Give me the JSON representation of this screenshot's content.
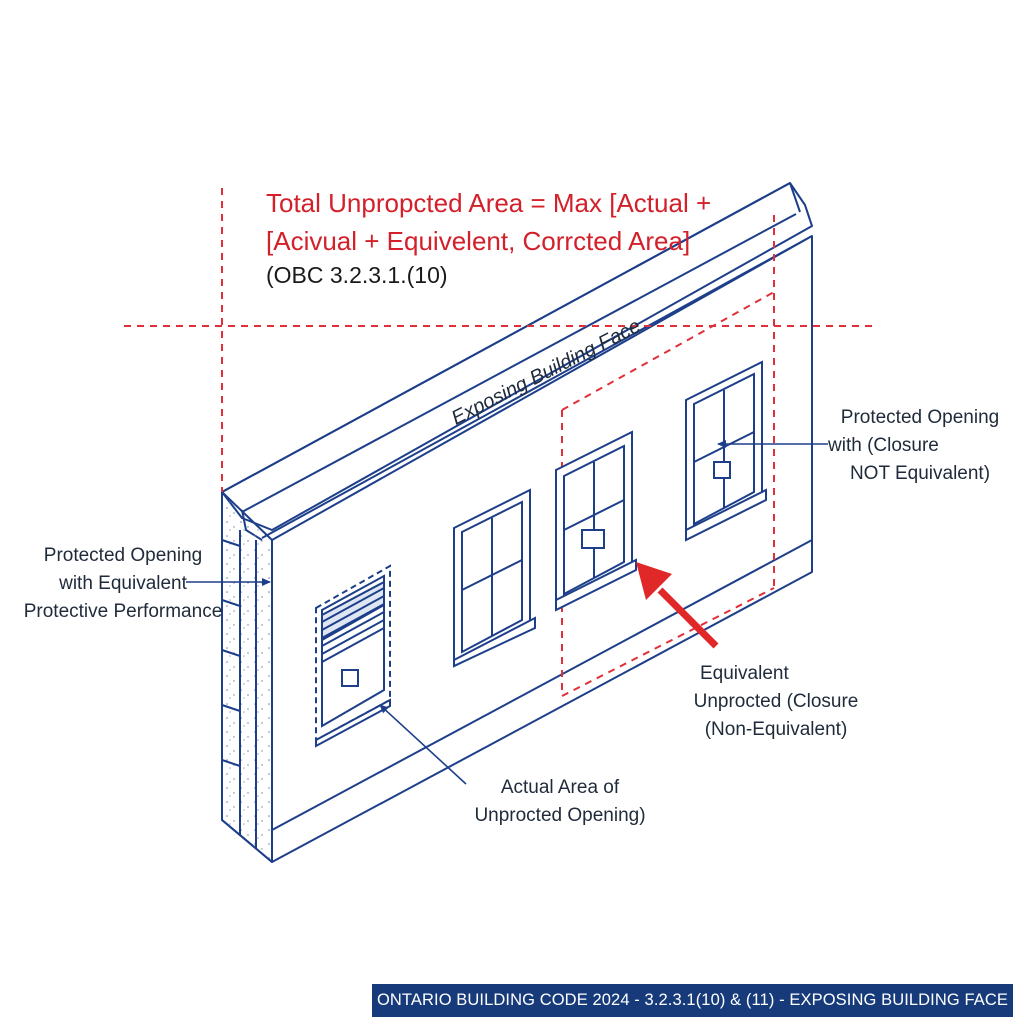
{
  "formula": {
    "line1": "Total Unpropcted Area = Max [Actual +",
    "line2": "[Acivual + Equivelent, Corrcted Area]",
    "reference": "(OBC 3.2.3.1.(10)"
  },
  "wall_label": "Exposing Building Face",
  "callouts": {
    "left": [
      "Protected Opening",
      "with Equivalent",
      "Protective Performance"
    ],
    "right": [
      "Protected Opening",
      "with (Closure",
      "NOT Equivalent)"
    ],
    "middle": [
      "Equivalent",
      "Unprocted (Closure",
      "(Non-Equivalent)"
    ],
    "bottom": [
      "Actual Area of",
      "Unprocted Opening)"
    ]
  },
  "footer": "ONTARIO BUILDING CODE 2024 - 3.2.3.1(10) & (11) - EXPOSING BUILDING FACE",
  "colors": {
    "line": "#1d3f8a",
    "dashed": "#e0303a",
    "arrow_red": "#e02828",
    "footer_bg": "#173b7a",
    "text": "#1f2a3a"
  }
}
